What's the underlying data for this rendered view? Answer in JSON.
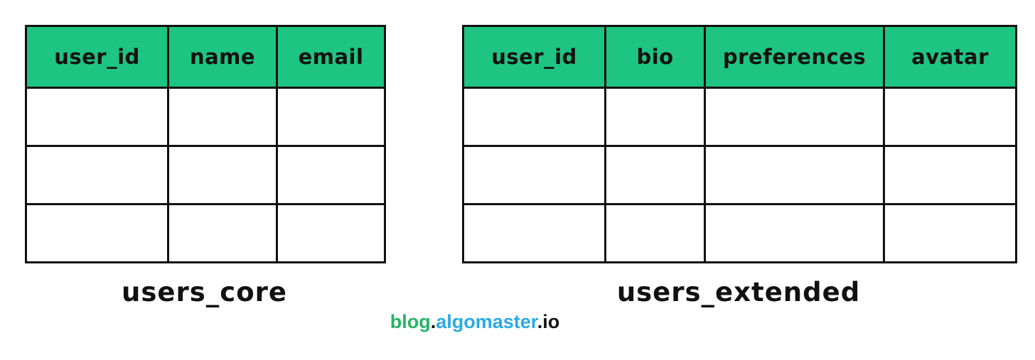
{
  "diagram": {
    "description": "Vertical partitioning of a users table into two tables",
    "background": "#ffffff"
  },
  "colors": {
    "header_green": "#1ec482",
    "border_black": "#111111",
    "brand_green": "#24b564",
    "brand_blue": "#29abe2",
    "text_black": "#111111"
  },
  "tables": [
    {
      "name": "users_core",
      "columns": [
        "user_id",
        "name",
        "email"
      ],
      "empty_rows": 3
    },
    {
      "name": "users_extended",
      "columns": [
        "user_id",
        "bio",
        "preferences",
        "avatar"
      ],
      "empty_rows": 3
    }
  ],
  "watermark": {
    "part1": "blog",
    "dot1": ".",
    "part2": "algomaster",
    "dot2": ".",
    "part3": "io"
  }
}
